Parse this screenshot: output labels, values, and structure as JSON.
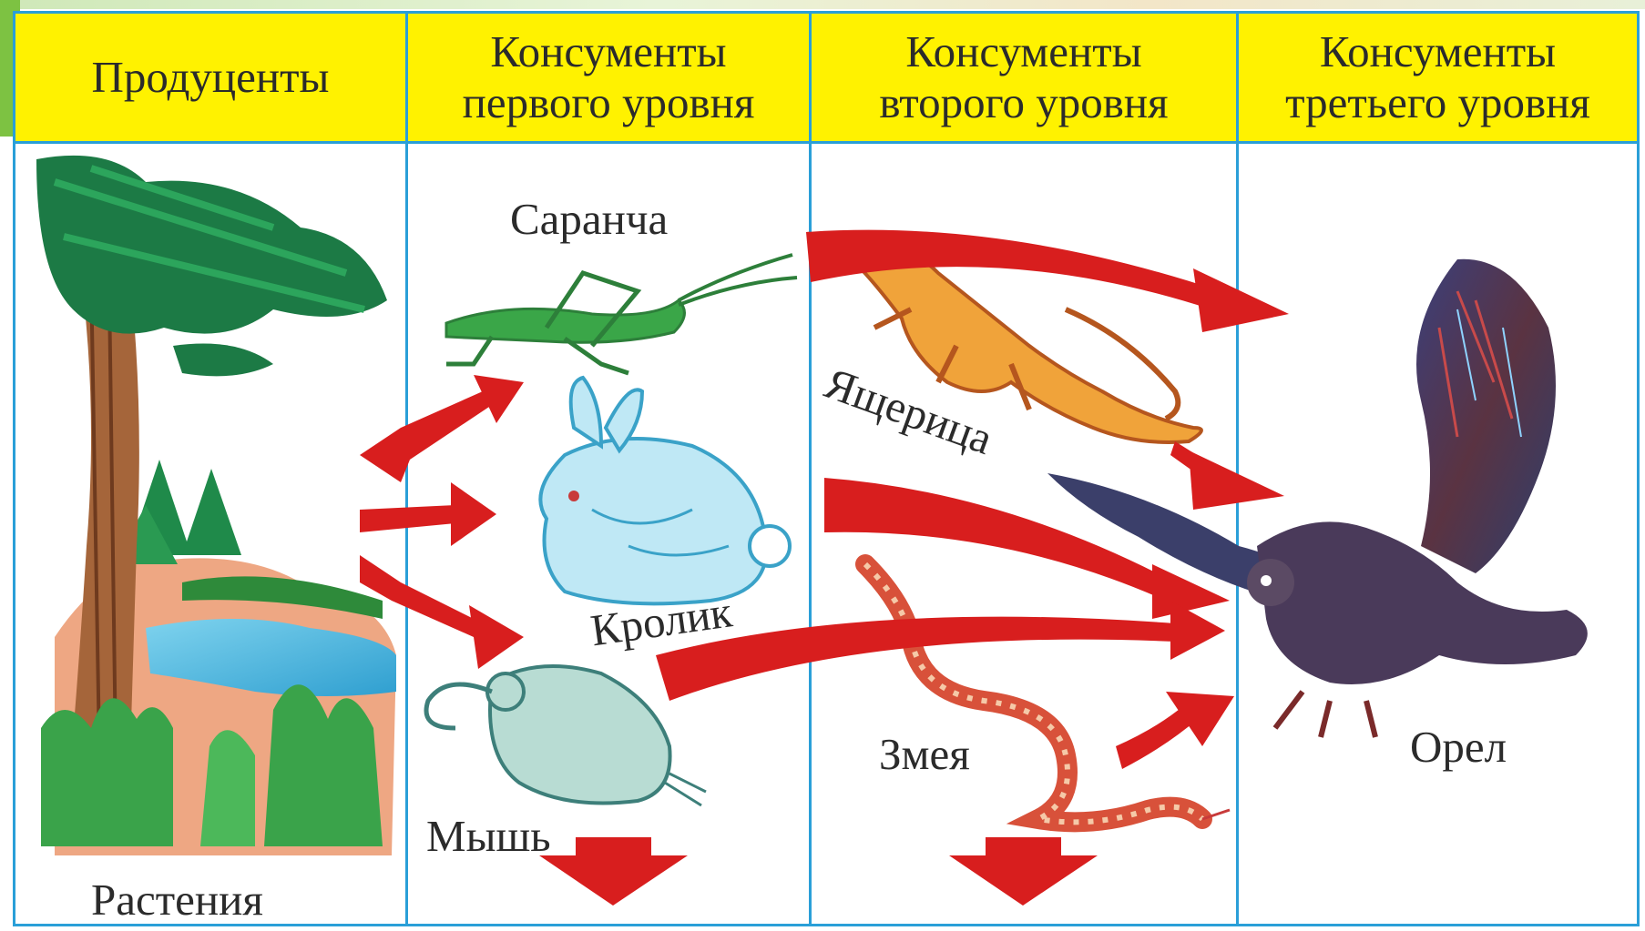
{
  "headers": [
    "Продуценты",
    "Консументы\nпервого уровня",
    "Консументы\nвторого уровня",
    "Консументы\nтретьего уровня"
  ],
  "organisms": {
    "plants": "Растения",
    "locust": "Саранча",
    "rabbit": "Кролик",
    "mouse": "Мышь",
    "lizard": "Ящерица",
    "snake": "Змея",
    "eagle": "Орел"
  },
  "colors": {
    "header_bg": "#fff200",
    "grid_lines": "#2a9fd8",
    "arrows": "#d81e1e",
    "text": "#2b2b2b"
  }
}
